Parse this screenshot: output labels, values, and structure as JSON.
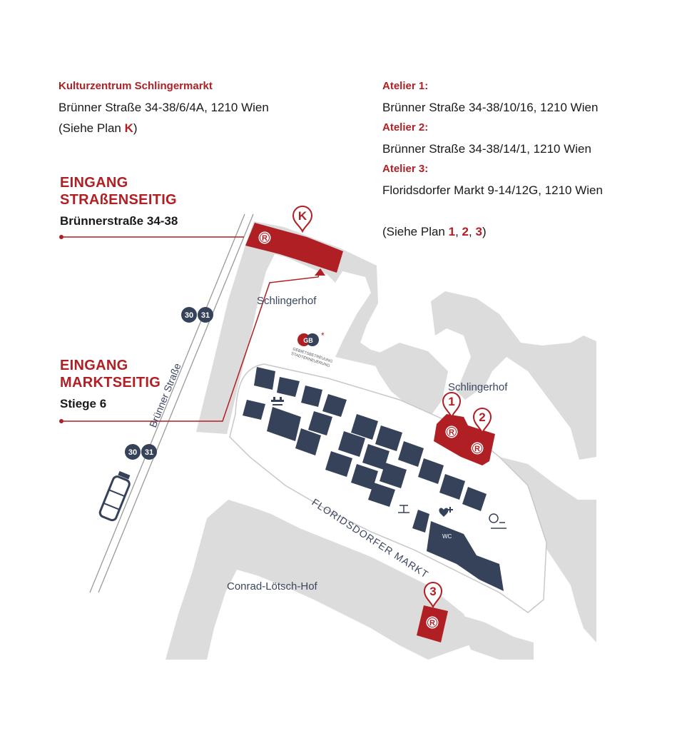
{
  "info_left": {
    "title": "Kulturzentrum Schlingermarkt",
    "address": "Brünner Straße 34-38/6/4A, 1210 Wien",
    "plan_prefix": "(Siehe Plan ",
    "plan_letter": "K",
    "plan_suffix": ")"
  },
  "info_right": {
    "atelier1_title": "Atelier 1:",
    "atelier1_address": "Brünner Straße 34-38/10/16, 1210 Wien",
    "atelier2_title": "Atelier 2:",
    "atelier2_address": "Brünner Straße 34-38/14/1, 1210 Wien",
    "atelier3_title": "Atelier 3:",
    "atelier3_address": "Floridsdorfer Markt 9-14/12G, 1210 Wien",
    "plan_prefix": "(Siehe Plan ",
    "plan_n1": "1",
    "plan_sep1": ", ",
    "plan_n2": "2",
    "plan_sep2": ", ",
    "plan_n3": "3",
    "plan_suffix": ")"
  },
  "entrance_street": {
    "line1": "EINGANG",
    "line2": "STRAßENSEITIG",
    "address": "Brünnerstraße 34-38"
  },
  "entrance_market": {
    "line1": "EINGANG",
    "line2": "MARKTSEITIG",
    "address": "Stiege 6"
  },
  "map_labels": {
    "schlingerhof_1": "Schlingerhof",
    "schlingerhof_2": "Schlingerhof",
    "bruenner_strasse": "Brünner Straße",
    "floridsdorfer_markt": "FLORIDSDORFER MARKT",
    "conrad_loetsch_hof": "Conrad-Lötsch-Hof",
    "wc": "WC",
    "gb_logo_text": "GB",
    "gb_line1": "GEBIETSBETREUUNG",
    "gb_line2": "STADTERNEUERUNG"
  },
  "tram_stops": {
    "top": [
      "30",
      "31"
    ],
    "bottom": [
      "30",
      "31"
    ]
  },
  "pins": {
    "k": "K",
    "one": "1",
    "two": "2",
    "three": "3",
    "r_symbol": "R"
  },
  "colors": {
    "accent_red": "#b01f24",
    "navy": "#364259",
    "building_grey": "#dcdcdc",
    "text_dark": "#1a1a1a"
  },
  "icons": [
    "k-pin-icon",
    "atelier-pin-icon",
    "r-logo-icon",
    "tram-stop-icon",
    "tram-icon",
    "picnic-bench-icon",
    "playground-icon",
    "first-aid-icon",
    "seating-icon",
    "entrance-arrow-icon"
  ]
}
